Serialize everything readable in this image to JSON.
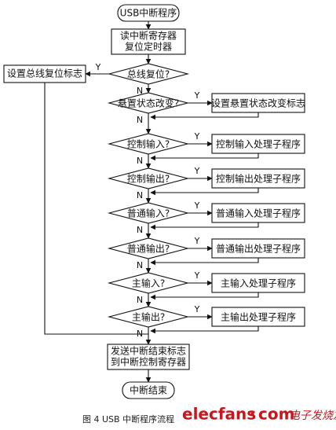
{
  "flowchart": {
    "start": "USB中断程序",
    "read_reg": [
      "读中断寄存器",
      "复位定时器"
    ],
    "bus_reset_flag": "设置总线复位标志",
    "decisions": [
      {
        "q": "总线复位?",
        "action": null
      },
      {
        "q": "悬置状态改变?",
        "action": "设置悬置状态改变标志"
      },
      {
        "q": "控制输入?",
        "action": "控制输入处理子程序"
      },
      {
        "q": "控制输出?",
        "action": "控制输出处理子程序"
      },
      {
        "q": "普通输入?",
        "action": "普通输入处理子程序"
      },
      {
        "q": "普通输出?",
        "action": "普通输出处理子程序"
      },
      {
        "q": "主输入?",
        "action": "主输入处理子程序"
      },
      {
        "q": "主输出?",
        "action": "主输出处理子程序"
      }
    ],
    "yes": "Y",
    "no": "N",
    "end_send": [
      "发送中断结束标志",
      "到中断控制寄存器"
    ],
    "end": "中断结束"
  },
  "caption": "图 4    USB 中断程序流程",
  "watermark": {
    "brand": "elecfans",
    "dot": "·",
    "com": "com",
    "cn": "电子发烧友"
  }
}
